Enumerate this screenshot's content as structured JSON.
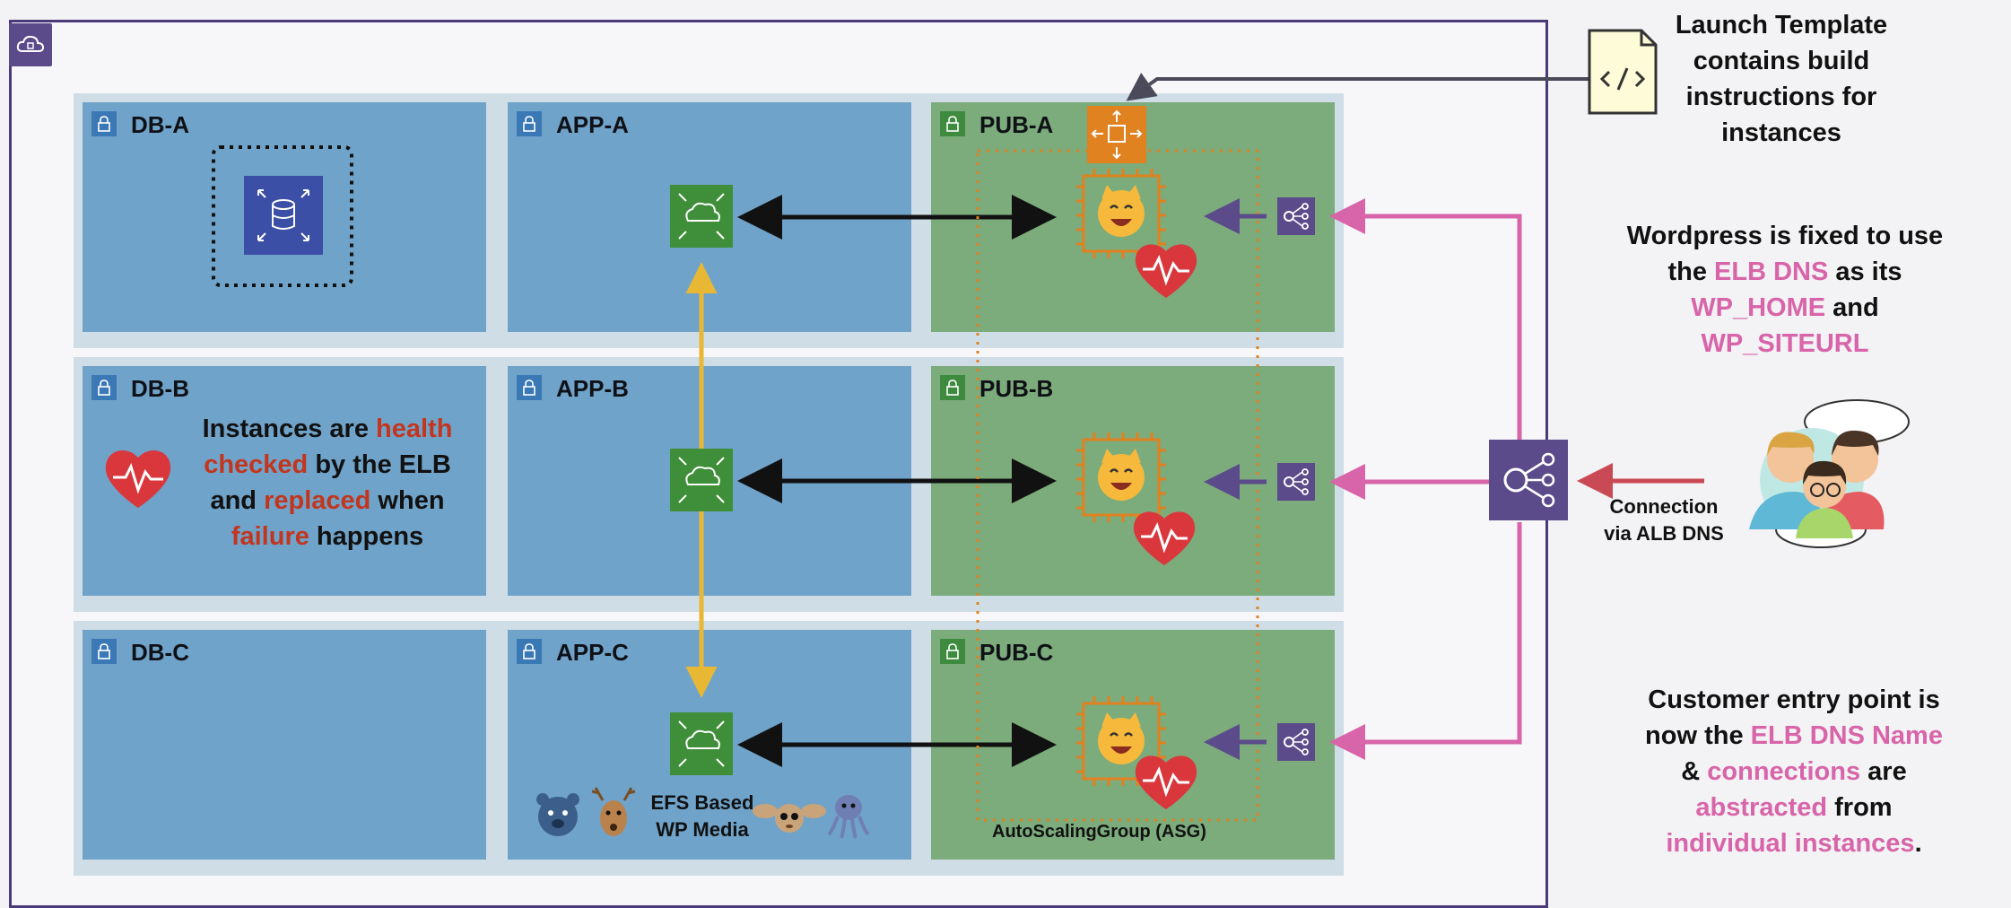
{
  "subnets": {
    "db_a": "DB-A",
    "app_a": "APP-A",
    "pub_a": "PUB-A",
    "db_b": "DB-B",
    "app_b": "APP-B",
    "pub_b": "PUB-B",
    "db_c": "DB-C",
    "app_c": "APP-C",
    "pub_c": "PUB-C"
  },
  "notes": {
    "launch_template": [
      "Launch Template",
      "contains build",
      "instructions for",
      "instances"
    ],
    "wordpress": {
      "l1": "Wordpress is fixed to use",
      "l2a": "the ",
      "l2b": "ELB DNS",
      "l2c": " as its",
      "l3a": "WP_HOME",
      "l3b": " and",
      "l4": "WP_SITEURL"
    },
    "health": {
      "l1a": "Instances are ",
      "l1b": "health",
      "l2a": "checked",
      "l2b": " by the ELB",
      "l3a": "and ",
      "l3b": "replaced",
      "l3c": " when",
      "l4a": "failure",
      "l4b": " happens"
    },
    "connection": [
      "Connection",
      "via ALB DNS"
    ],
    "efs": [
      "EFS Based",
      "WP Media"
    ],
    "asg": "AutoScalingGroup (ASG)",
    "customer": {
      "l1": "Customer entry point is",
      "l2a": "now the ",
      "l2b": "ELB DNS Name",
      "l3a": "& ",
      "l3b": "connections",
      "l3c": " are",
      "l4a": "abstracted",
      "l4b": " from",
      "l5a": "individual instances",
      "l5b": "."
    }
  },
  "colors": {
    "pink": "#d864a9",
    "red": "#c2361f",
    "gold": "#e8b834",
    "purple": "#5b4b8a",
    "orange": "#e0821f",
    "green_icon": "#3f8f3a",
    "rds": "#3c4fa6"
  }
}
